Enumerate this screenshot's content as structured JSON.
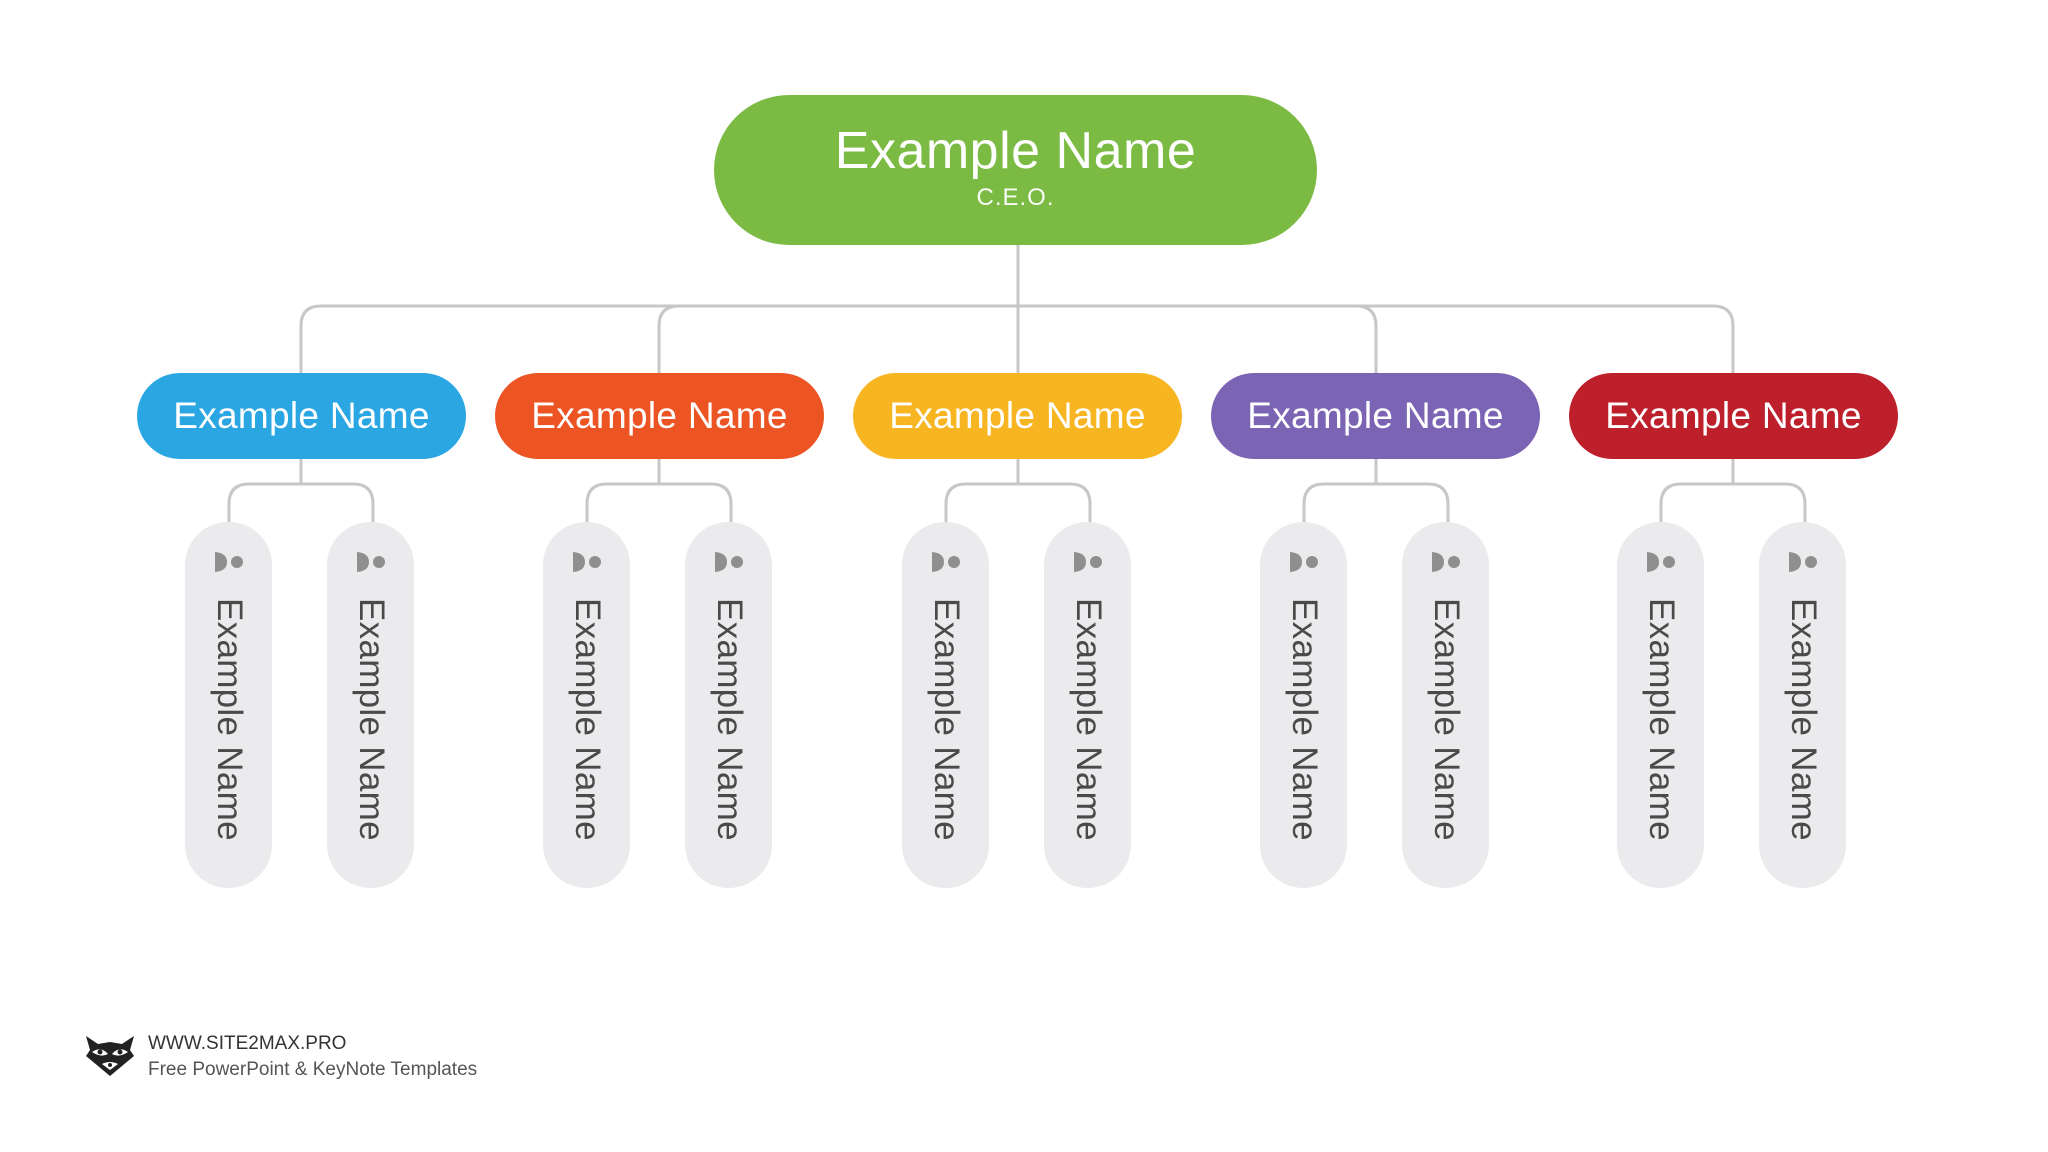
{
  "ceo": {
    "name": "Example Name",
    "title": "C.E.O.",
    "color": "#7cbb43"
  },
  "departments": [
    {
      "name": "Example Name",
      "color": "#2aa6e3",
      "members": [
        {
          "name": "Example Name"
        },
        {
          "name": "Example Name"
        }
      ]
    },
    {
      "name": "Example Name",
      "color": "#ec5423",
      "members": [
        {
          "name": "Example Name"
        },
        {
          "name": "Example Name"
        }
      ]
    },
    {
      "name": "Example Name",
      "color": "#f7b522",
      "members": [
        {
          "name": "Example Name"
        },
        {
          "name": "Example Name"
        }
      ]
    },
    {
      "name": "Example Name",
      "color": "#7b64b4",
      "members": [
        {
          "name": "Example Name"
        },
        {
          "name": "Example Name"
        }
      ]
    },
    {
      "name": "Example Name",
      "color": "#bd1f2b",
      "members": [
        {
          "name": "Example Name"
        },
        {
          "name": "Example Name"
        }
      ]
    }
  ],
  "icons": {
    "member": "person-icon",
    "logo": "raccoon-logo-icon"
  },
  "colors": {
    "connector": "#c7c7c7",
    "member_card": "#ebeaec",
    "member_icon": "#8f8f8f"
  },
  "footer": {
    "site": "WWW.SITE2MAX.PRO",
    "tagline": "Free PowerPoint & KeyNote Templates"
  }
}
